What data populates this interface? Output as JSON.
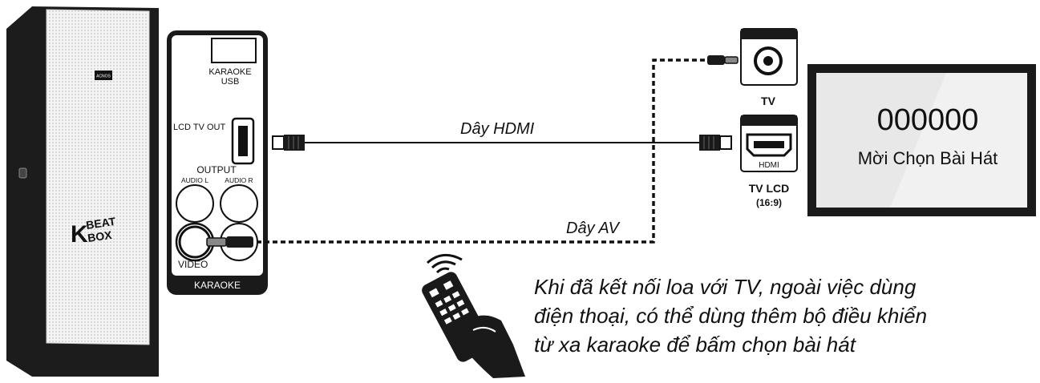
{
  "panel": {
    "usb_label_line1": "KARAOKE",
    "usb_label_line2": "USB",
    "lcd_tv_out_label": "LCD TV OUT",
    "output_label": "OUTPUT",
    "audio_l_label": "AUDIO L",
    "audio_r_label": "AUDIO R",
    "video_label": "VIDEO",
    "footer_label": "KARAOKE"
  },
  "speaker": {
    "badge_text": "ACNOS",
    "logo_text": "KBEAT BOX"
  },
  "cables": {
    "hdmi_label": "Dây HDMI",
    "av_label": "Dây AV"
  },
  "tv": {
    "label": "TV"
  },
  "tv_lcd": {
    "port_label": "HDMI",
    "label": "TV LCD",
    "ratio": "(16:9)"
  },
  "screen": {
    "number": "000000",
    "message": "Mời Chọn Bài Hát"
  },
  "note": {
    "line1": "Khi đã kết nối loa với TV, ngoài việc dùng",
    "line2": "điện thoại, có thể dùng thêm bộ điều khiển",
    "line3": "từ xa karaoke để bấm chọn bài hát"
  },
  "colors": {
    "ink": "#1a1a1a",
    "screen_fill": "#e8e8e8",
    "speaker_grille": "#f2f2f2"
  }
}
